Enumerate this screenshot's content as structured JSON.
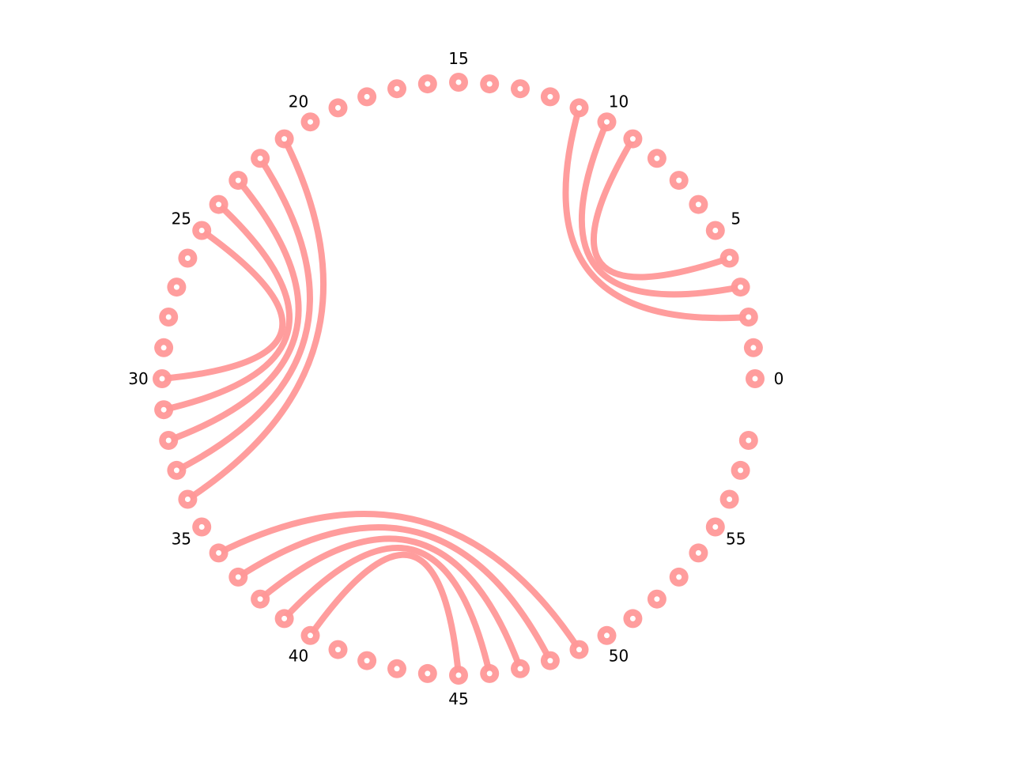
{
  "diagram": {
    "type": "circular-arc-diagram",
    "node_count": 59,
    "start_angle_deg": 0,
    "angle_step_deg": 6,
    "direction": "counterclockwise",
    "tick_labels": [
      {
        "node": 0,
        "text": "0"
      },
      {
        "node": 5,
        "text": "5"
      },
      {
        "node": 10,
        "text": "10"
      },
      {
        "node": 15,
        "text": "15"
      },
      {
        "node": 20,
        "text": "20"
      },
      {
        "node": 25,
        "text": "25"
      },
      {
        "node": 30,
        "text": "30"
      },
      {
        "node": 35,
        "text": "35"
      },
      {
        "node": 40,
        "text": "40"
      },
      {
        "node": 45,
        "text": "45"
      },
      {
        "node": 50,
        "text": "50"
      },
      {
        "node": 55,
        "text": "55"
      }
    ],
    "edges": [
      [
        4,
        9
      ],
      [
        3,
        10
      ],
      [
        2,
        11
      ],
      [
        21,
        34
      ],
      [
        22,
        33
      ],
      [
        23,
        32
      ],
      [
        24,
        31
      ],
      [
        25,
        30
      ],
      [
        36,
        49
      ],
      [
        37,
        48
      ],
      [
        38,
        47
      ],
      [
        39,
        46
      ],
      [
        40,
        45
      ]
    ],
    "colors": {
      "node": "#ff9898",
      "node_center": "#ffffff",
      "edge": "#ff9898"
    }
  }
}
